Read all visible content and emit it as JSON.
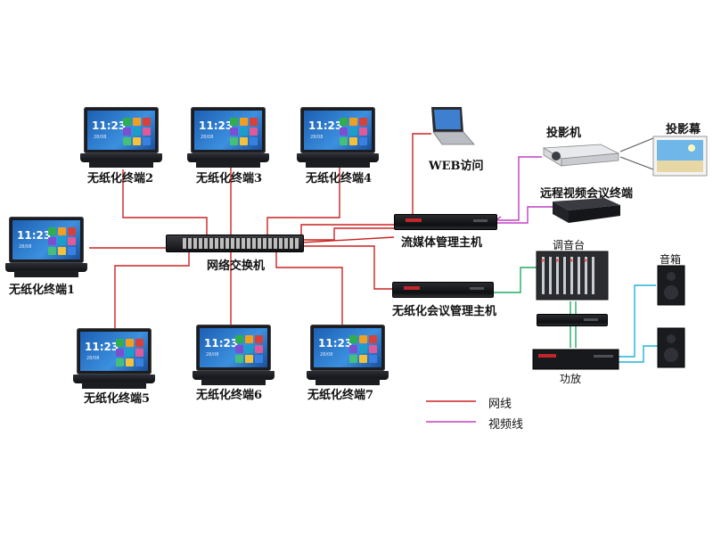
{
  "terminal_screen": {
    "clock": "11:23",
    "date": "28/08"
  },
  "terminals": [
    {
      "id": "t1",
      "label": "无纸化终端1"
    },
    {
      "id": "t2",
      "label": "无纸化终端2"
    },
    {
      "id": "t3",
      "label": "无纸化终端3"
    },
    {
      "id": "t4",
      "label": "无纸化终端4"
    },
    {
      "id": "t5",
      "label": "无纸化终端5"
    },
    {
      "id": "t6",
      "label": "无纸化终端6"
    },
    {
      "id": "t7",
      "label": "无纸化终端7"
    }
  ],
  "devices": {
    "switch": "网络交换机",
    "web": "WEB访问",
    "streaming": "流媒体管理主机",
    "conference_host": "无纸化会议管理主机",
    "projector": "投影机",
    "screen": "投影幕",
    "video_terminal": "远程视频会议终端",
    "mixer": "调音台",
    "amplifier": "功放",
    "speakers": "音箱"
  },
  "legend": {
    "network": "网线",
    "video": "视频线"
  },
  "colors": {
    "network": "#cc2222",
    "video": "#c040c0",
    "audio": "#22aa66",
    "speaker_cable": "#22b4d6"
  }
}
